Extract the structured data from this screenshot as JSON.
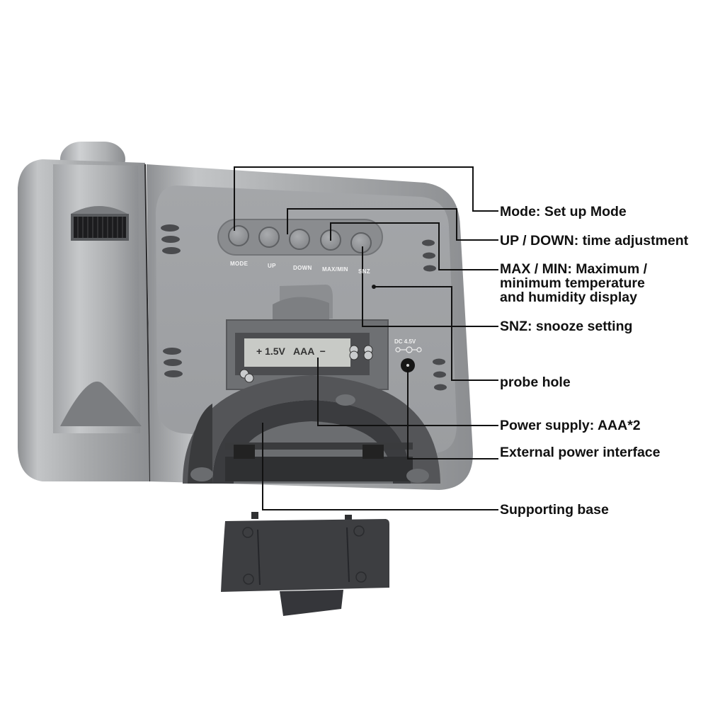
{
  "diagram": {
    "subject": "projection clock back panel",
    "colors": {
      "housing": "#a3a5a8",
      "housing_dark": "#7e8084",
      "panel": "#9a9c9f",
      "base": "#4a4b4e",
      "cover": "#3c3d40",
      "line": "#111111",
      "text": "#111111"
    },
    "buttons": [
      {
        "id": "mode",
        "label": "MODE"
      },
      {
        "id": "up",
        "label": "UP"
      },
      {
        "id": "down",
        "label": "DOWN"
      },
      {
        "id": "maxmin",
        "label": "MAX/MIN"
      },
      {
        "id": "snz",
        "label": "SNZ"
      }
    ],
    "battery_label": "+ 1.5V   AAA  −",
    "dc_jack_label": "DC 4.5V",
    "callouts": [
      {
        "id": "mode",
        "text": "Mode: Set up Mode"
      },
      {
        "id": "updown",
        "text": "UP / DOWN: time adjustment"
      },
      {
        "id": "maxmin",
        "lines": [
          "MAX / MIN: Maximum /",
          "minimum temperature",
          "and humidity display"
        ]
      },
      {
        "id": "snz",
        "text": "SNZ: snooze setting"
      },
      {
        "id": "probe",
        "text": "probe hole"
      },
      {
        "id": "power",
        "text": "Power supply: AAA*2"
      },
      {
        "id": "external",
        "text": "External power interface"
      },
      {
        "id": "base",
        "text": "Supporting base"
      }
    ]
  }
}
